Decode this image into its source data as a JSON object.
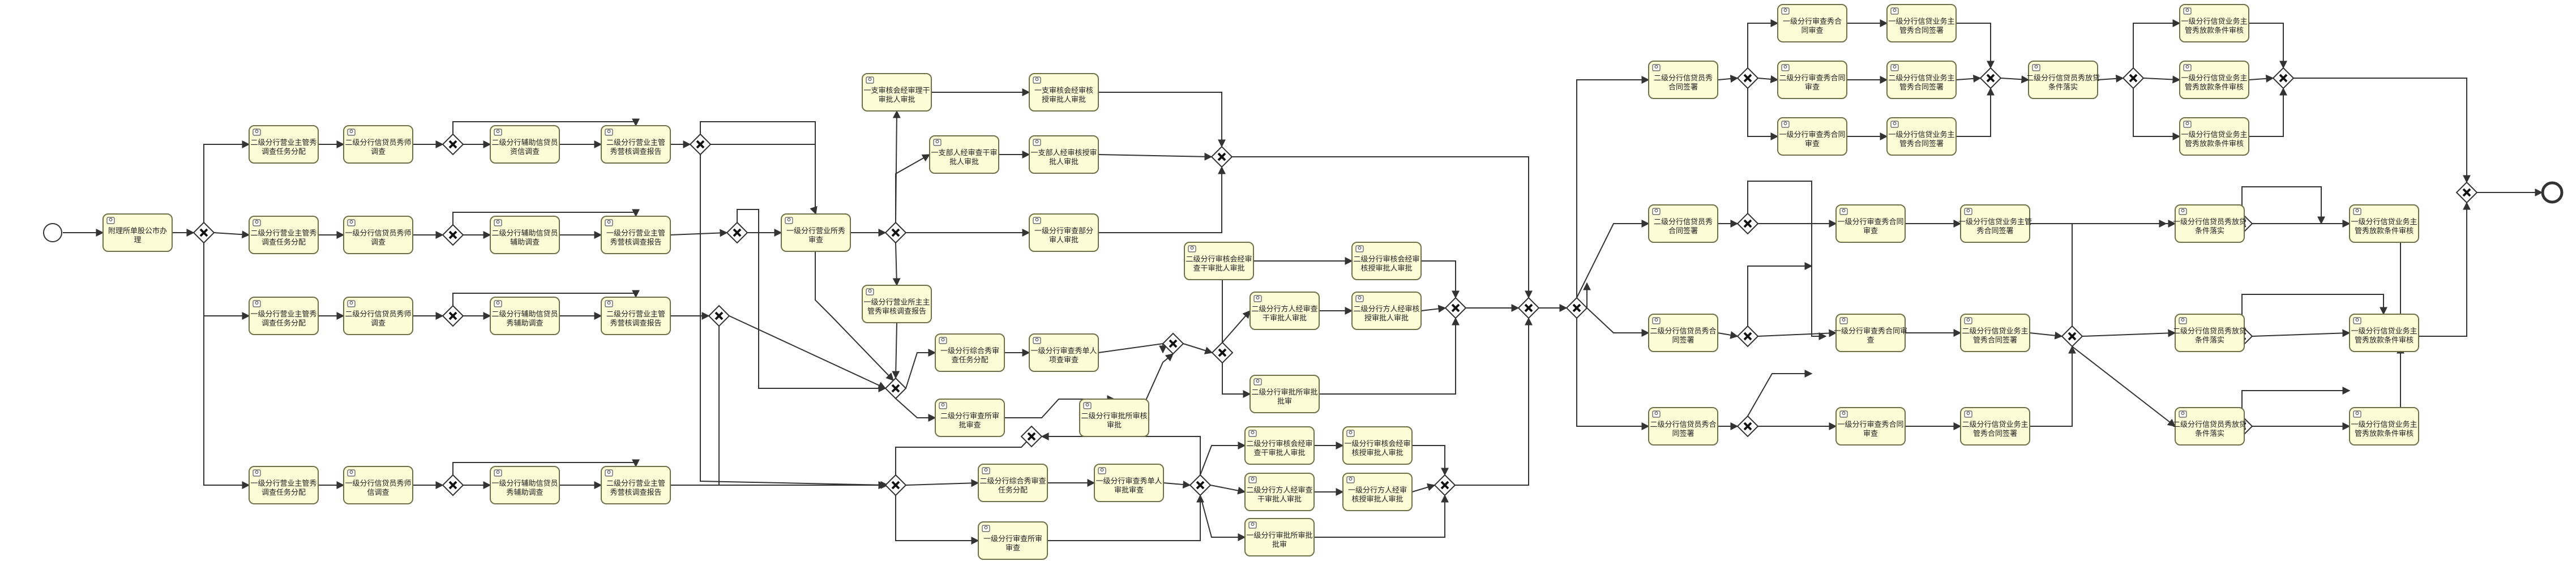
{
  "diagram": {
    "type": "bpmn-process",
    "colors": {
      "task_fill": "#fcfcd6",
      "task_border": "#6f6f48",
      "line": "#333333"
    },
    "icons": {
      "task": "user-task-icon",
      "gateway": "exclusive-gateway-x-icon",
      "start": "start-event-icon",
      "end": "end-event-icon"
    },
    "tasks": [
      {
        "id": "t0",
        "lines": [
          "附理所单股公市办",
          "理"
        ]
      },
      {
        "id": "t1",
        "lines": [
          "二级分行营业主管秀",
          "调查任务分配"
        ]
      },
      {
        "id": "t2",
        "lines": [
          "二级分行信贷员秀师",
          "调查"
        ]
      },
      {
        "id": "t3",
        "lines": [
          "二级分行辅助信贷员",
          "资信调查"
        ]
      },
      {
        "id": "t4",
        "lines": [
          "二级分行营业主管",
          "秀营核调查报告"
        ]
      },
      {
        "id": "t5",
        "lines": [
          "二级分行营业主管秀",
          "调查任务分配"
        ]
      },
      {
        "id": "t6",
        "lines": [
          "一级分行信贷员秀师",
          "调查"
        ]
      },
      {
        "id": "t7",
        "lines": [
          "二级分行辅助信贷员",
          "辅助调查"
        ]
      },
      {
        "id": "t8",
        "lines": [
          "一级分行营业主管",
          "秀营核调查报告"
        ]
      },
      {
        "id": "t9",
        "lines": [
          "一级分行营业主管秀",
          "调查任务分配"
        ]
      },
      {
        "id": "t10",
        "lines": [
          "二级分行信贷员秀师",
          "调查"
        ]
      },
      {
        "id": "t11",
        "lines": [
          "二级分行辅助信贷员",
          "秀辅助调查"
        ]
      },
      {
        "id": "t12",
        "lines": [
          "二级分行营业主管",
          "秀营核调查报告"
        ]
      },
      {
        "id": "t13",
        "lines": [
          "一级分行营业主管秀",
          "调查任务分配"
        ]
      },
      {
        "id": "t14",
        "lines": [
          "一级分行信贷员秀师",
          "信调查"
        ]
      },
      {
        "id": "t15",
        "lines": [
          "一级分行辅助信贷员",
          "秀辅助调查"
        ]
      },
      {
        "id": "t16",
        "lines": [
          "二级分行营业主管",
          "秀营核调查报告"
        ]
      },
      {
        "id": "t17",
        "lines": [
          "一支审核会经审理干",
          "审批人审批"
        ]
      },
      {
        "id": "t18",
        "lines": [
          "一支审核会经审核",
          "授审批人审批"
        ]
      },
      {
        "id": "t19",
        "lines": [
          "一支部人经审查干审",
          "批人审批"
        ]
      },
      {
        "id": "t20",
        "lines": [
          "一支部人经审核授审",
          "批人审批"
        ]
      },
      {
        "id": "t21",
        "lines": [
          "一级分行营业所秀",
          "审查"
        ]
      },
      {
        "id": "t22",
        "lines": [
          "一级分行审查部分",
          "审人审批"
        ]
      },
      {
        "id": "t23",
        "lines": [
          "一级分行营业所主主",
          "管秀审核调查报告"
        ]
      },
      {
        "id": "t24",
        "lines": [
          "一级分行综合秀审",
          "查任务分配"
        ]
      },
      {
        "id": "t25",
        "lines": [
          "一级分行审查秀单人",
          "项查审查"
        ]
      },
      {
        "id": "t26",
        "lines": [
          "二级分行审查所审",
          "批审查"
        ]
      },
      {
        "id": "t27",
        "lines": [
          "二级分行审批所审核",
          "审批"
        ]
      },
      {
        "id": "t28",
        "lines": [
          "二级分行审核会经审",
          "查干审批人审批"
        ]
      },
      {
        "id": "t29",
        "lines": [
          "二级分行审核会经审",
          "核授审批人审批"
        ]
      },
      {
        "id": "t30",
        "lines": [
          "二级分行方人经审查",
          "干审批人审批"
        ]
      },
      {
        "id": "t31",
        "lines": [
          "二级分行方人经审核",
          "授审批人审批"
        ]
      },
      {
        "id": "t32",
        "lines": [
          "二级分行审批所审批",
          "批审"
        ]
      },
      {
        "id": "t33",
        "lines": [
          "二级分行综合秀审查",
          "任务分配"
        ]
      },
      {
        "id": "t34",
        "lines": [
          "一级分行审查秀单人",
          "审批审查"
        ]
      },
      {
        "id": "t35",
        "lines": [
          "一级分行审查所审",
          "审查"
        ]
      },
      {
        "id": "t36",
        "lines": [
          "二级分行审核会经审",
          "查干审批人审批"
        ]
      },
      {
        "id": "t37",
        "lines": [
          "一级分行审核会经审",
          "核授审批人审批"
        ]
      },
      {
        "id": "t38",
        "lines": [
          "二级分行方人经审查",
          "干审批人审批"
        ]
      },
      {
        "id": "t39",
        "lines": [
          "一级分行方人经审",
          "核授审批人审批"
        ]
      },
      {
        "id": "t40",
        "lines": [
          "一级分行审批所审批",
          "批审"
        ]
      },
      {
        "id": "t41",
        "lines": [
          "二级分行信贷员秀",
          "合同签署"
        ]
      },
      {
        "id": "t42",
        "lines": [
          "一级分行审查秀合",
          "同审查"
        ]
      },
      {
        "id": "t43",
        "lines": [
          "二级分行审查秀合同",
          "审查"
        ]
      },
      {
        "id": "t44",
        "lines": [
          "一级分行审查秀合同",
          "审查"
        ]
      },
      {
        "id": "t45",
        "lines": [
          "一级分行信贷业务主",
          "管秀合同签署"
        ]
      },
      {
        "id": "t46",
        "lines": [
          "二级分行信贷业务主",
          "管秀合同签署"
        ]
      },
      {
        "id": "t47",
        "lines": [
          "一级分行信贷业务主",
          "管秀合同签署"
        ]
      },
      {
        "id": "t48",
        "lines": [
          "二级分行信贷员秀放贷",
          "条件落实"
        ]
      },
      {
        "id": "t49",
        "lines": [
          "一级分行信贷业务主",
          "管秀放款条件审核"
        ]
      },
      {
        "id": "t50",
        "lines": [
          "一级分行信贷业务主",
          "管秀放款条件审核"
        ]
      },
      {
        "id": "t51",
        "lines": [
          "一级分行信贷业务主",
          "管秀放款条件审核"
        ]
      },
      {
        "id": "t52",
        "lines": [
          "二级分行信贷员秀",
          "合同签署"
        ]
      },
      {
        "id": "t53",
        "lines": [
          "一级分行审查秀合同",
          "审查"
        ]
      },
      {
        "id": "t54",
        "lines": [
          "一级分行信贷业务主管",
          "秀合同签署"
        ]
      },
      {
        "id": "t55",
        "lines": [
          "一级分行信贷员秀放贷",
          "条件落实"
        ]
      },
      {
        "id": "t56",
        "lines": [
          "一级分行信贷业务主",
          "管秀放款条件审核"
        ]
      },
      {
        "id": "t57",
        "lines": [
          "二级分行信贷员秀合",
          "同签署"
        ]
      },
      {
        "id": "t58",
        "lines": [
          "一级分行审查秀合同审",
          "查"
        ]
      },
      {
        "id": "t59",
        "lines": [
          "二级分行信贷业务主",
          "管秀合同签署"
        ]
      },
      {
        "id": "t60",
        "lines": [
          "二级分行信贷员秀放贷",
          "条件落实"
        ]
      },
      {
        "id": "t61",
        "lines": [
          "一级分行信贷业务主",
          "管秀放款条件审核"
        ]
      },
      {
        "id": "t62",
        "lines": [
          "二级分行信贷员秀合",
          "同签署"
        ]
      },
      {
        "id": "t63",
        "lines": [
          "一级分行审查秀合同",
          "审查"
        ]
      },
      {
        "id": "t64",
        "lines": [
          "二级分行信贷业务主",
          "管秀合同签署"
        ]
      },
      {
        "id": "t65",
        "lines": [
          "二级分行信贷员秀放贷",
          "条件落实"
        ]
      },
      {
        "id": "t66",
        "lines": [
          "一级分行信贷业务主",
          "管秀放款条件审核"
        ]
      }
    ]
  }
}
